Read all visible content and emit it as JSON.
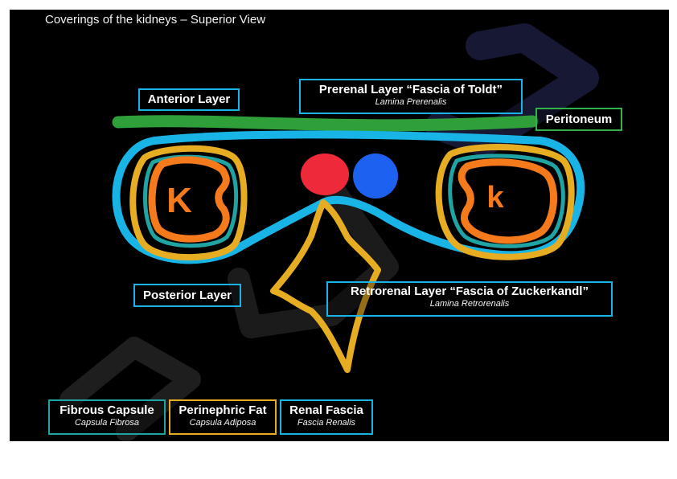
{
  "title": "Coverings of the kidneys – Superior View",
  "labels": {
    "anterior_layer": "Anterior Layer",
    "prerenal_layer": "Prerenal Layer “Fascia of Toldt”",
    "prerenal_latin": "Lamina Prerenalis",
    "peritoneum": "Peritoneum",
    "posterior_layer": "Posterior Layer",
    "retrorenal_layer": "Retrorenal Layer “Fascia of Zuckerkandl”",
    "retrorenal_latin": "Lamina Retrorenalis"
  },
  "kidney_letters": {
    "left": "K",
    "right": "k"
  },
  "legend": {
    "fibrous": {
      "name": "Fibrous Capsule",
      "latin": "Capsula Fibrosa"
    },
    "perinephric": {
      "name": "Perinephric Fat",
      "latin": "Capsula Adiposa"
    },
    "renal": {
      "name": "Renal Fascia",
      "latin": "Fascia Renalis"
    }
  },
  "colors": {
    "background": "#000000",
    "renal_fascia": "#19b4e6",
    "perinephric_fat": "#e7ad22",
    "fibrous_capsule": "#1fa3a3",
    "kidney_outline": "#f47a1c",
    "peritoneum": "#2f9f3a",
    "aorta": "#ee2a3a",
    "ivc": "#1d61f0",
    "watermark": "#4b55c2"
  }
}
